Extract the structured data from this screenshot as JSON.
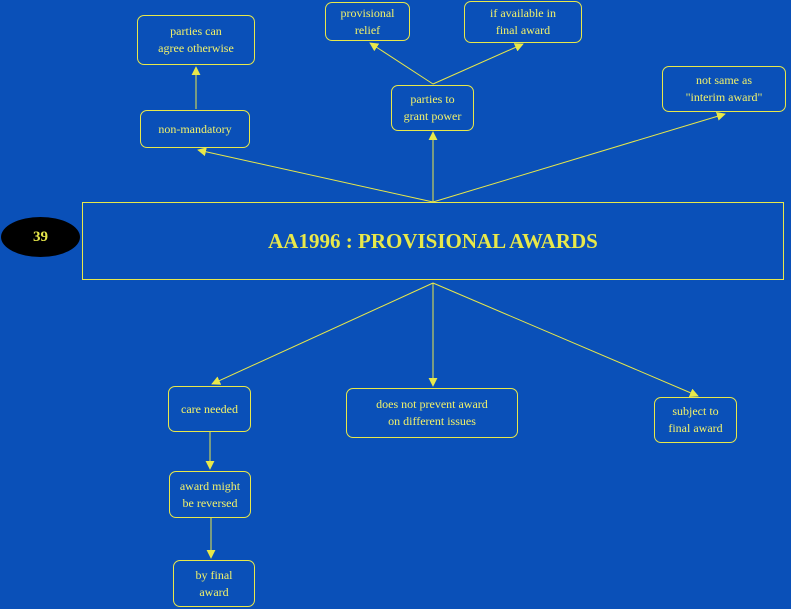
{
  "diagram": {
    "number": "39",
    "title": "AA1996 : PROVISIONAL AWARDS",
    "nodes": {
      "non_mandatory": "non-mandatory",
      "parties_agree": "parties can\nagree otherwise",
      "parties_grant": "parties to\ngrant power",
      "provisional_relief": "provisional\nrelief",
      "if_available": "if available in\nfinal award",
      "not_same": "not same as\n\"interim award\"",
      "care_needed": "care needed",
      "does_not_prevent": "does not prevent award\non different issues",
      "subject_final": "subject to\nfinal award",
      "award_reversed": "award might\nbe reversed",
      "by_final": "by final\naward"
    },
    "colors": {
      "background": "#0a50b8",
      "line": "#e8e84a",
      "text": "#f2f26a",
      "badge": "#000000"
    }
  }
}
